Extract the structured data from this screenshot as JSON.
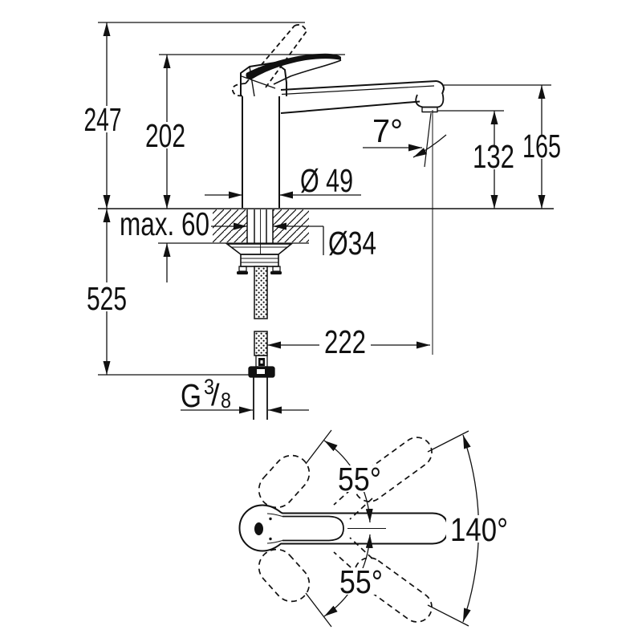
{
  "drawing": {
    "background_color": "#ffffff",
    "line_color": "#111111"
  },
  "side_view": {
    "dim_overall_height": "247",
    "dim_body_height": "202",
    "dim_spray_angle": "7°",
    "dim_outlet_height": "132",
    "dim_spout_height": "165",
    "dim_base_diameter": "Ø 49",
    "dim_max_mounting_thickness": "max. 60",
    "dim_shank_diameter": "Ø34",
    "dim_hose_length": "525",
    "dim_spout_reach": "222",
    "thread": {
      "letter": "G",
      "numerator": "3",
      "slash": "/",
      "denominator": "8"
    }
  },
  "top_view": {
    "dim_swivel_upper": "55°",
    "dim_swivel_lower": "55°",
    "dim_swivel_total": "140°"
  }
}
